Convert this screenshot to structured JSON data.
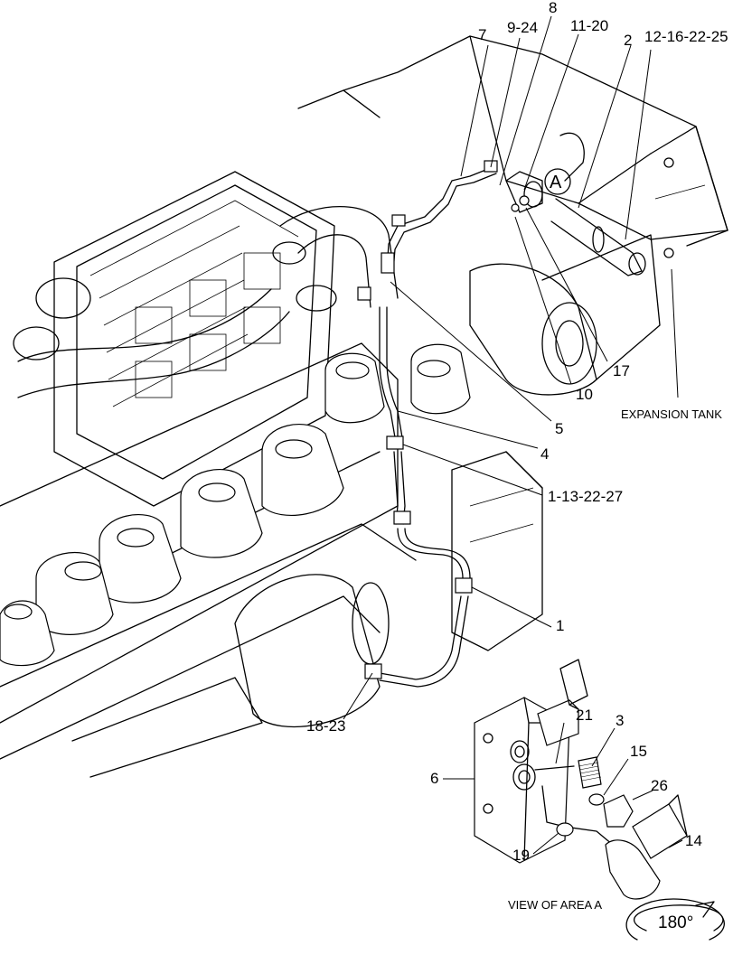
{
  "callouts": {
    "c7": "7",
    "c9_24": "9-24",
    "c8": "8",
    "c11_20": "11-20",
    "c2": "2",
    "c12_16_22_25": "12-16-22-25",
    "c17": "17",
    "c10": "10",
    "c5": "5",
    "c4": "4",
    "c1_13_22_27": "1-13-22-27",
    "c1": "1",
    "c18_23": "18-23",
    "c6": "6",
    "c21": "21",
    "c3": "3",
    "c15": "15",
    "c26": "26",
    "c19": "19",
    "c14": "14",
    "detail_label": "A"
  },
  "notes": {
    "expansion_tank": "EXPANSION TANK",
    "view_of_area": "VIEW OF AREA  A",
    "rotation": "180°"
  }
}
